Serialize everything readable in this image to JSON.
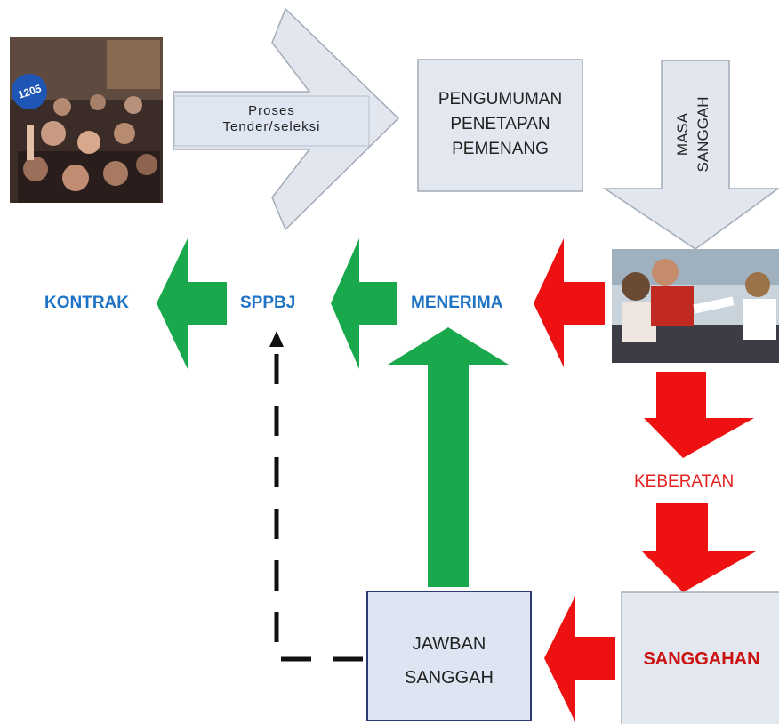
{
  "nodes": {
    "proses": [
      "Proses",
      "Tender/seleksi"
    ],
    "pengumuman": [
      "PENGUMUMAN",
      "PENETAPAN",
      "PEMENANG"
    ],
    "masa_sanggah": [
      "MASA",
      "SANGGAH"
    ],
    "kontrak": "KONTRAK",
    "sppbj": "SPPBJ",
    "menerima": "MENERIMA",
    "keberatan": "KEBERATAN",
    "sanggahan": "SANGGAHAN",
    "jawaban": [
      "JAWBAN",
      "SANGGAH"
    ]
  },
  "colors": {
    "box_fill": "#dfe5f1",
    "box_stroke": "#98a0ad",
    "jawaban_fill": "#dde4f2",
    "jawaban_stroke": "#2b3a73",
    "green": "#1aa84d",
    "red": "#ee1111",
    "blue_text": "#1f73c4",
    "red_text": "#e52222",
    "dark_red_text": "#cc1111",
    "dash": "#111111"
  },
  "photos": {
    "auction_photo": "auction crowd photo",
    "meeting_photo": "meeting discussion photo",
    "auction_paddle_number": "1205"
  }
}
